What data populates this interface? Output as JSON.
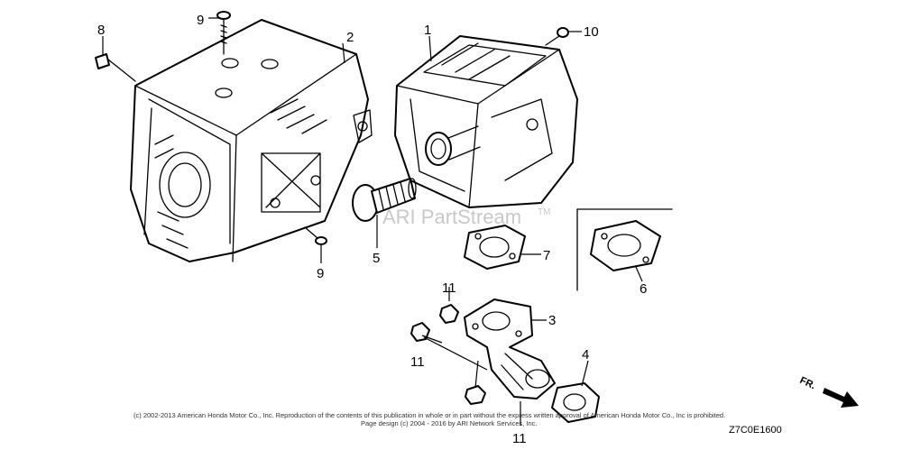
{
  "callouts": {
    "c1": "1",
    "c2": "2",
    "c3": "3",
    "c4": "4",
    "c5": "5",
    "c6": "6",
    "c7": "7",
    "c8": "8",
    "c9a": "9",
    "c9b": "9",
    "c10": "10",
    "c11a": "11",
    "c11b": "11",
    "c11c": "11"
  },
  "watermark": {
    "text": "ARI PartStream",
    "tm": "TM"
  },
  "copyright": {
    "line1": "(c) 2002-2013 American Honda Motor Co., Inc. Reproduction of the contents of this publication in whole or in part without the express written approval of American Honda Motor Co., Inc is prohibited.",
    "line2": "Page design (c) 2004 - 2016 by ARI Network Services, Inc."
  },
  "diagram_code": "Z7C0E1600",
  "direction_label": "FR."
}
